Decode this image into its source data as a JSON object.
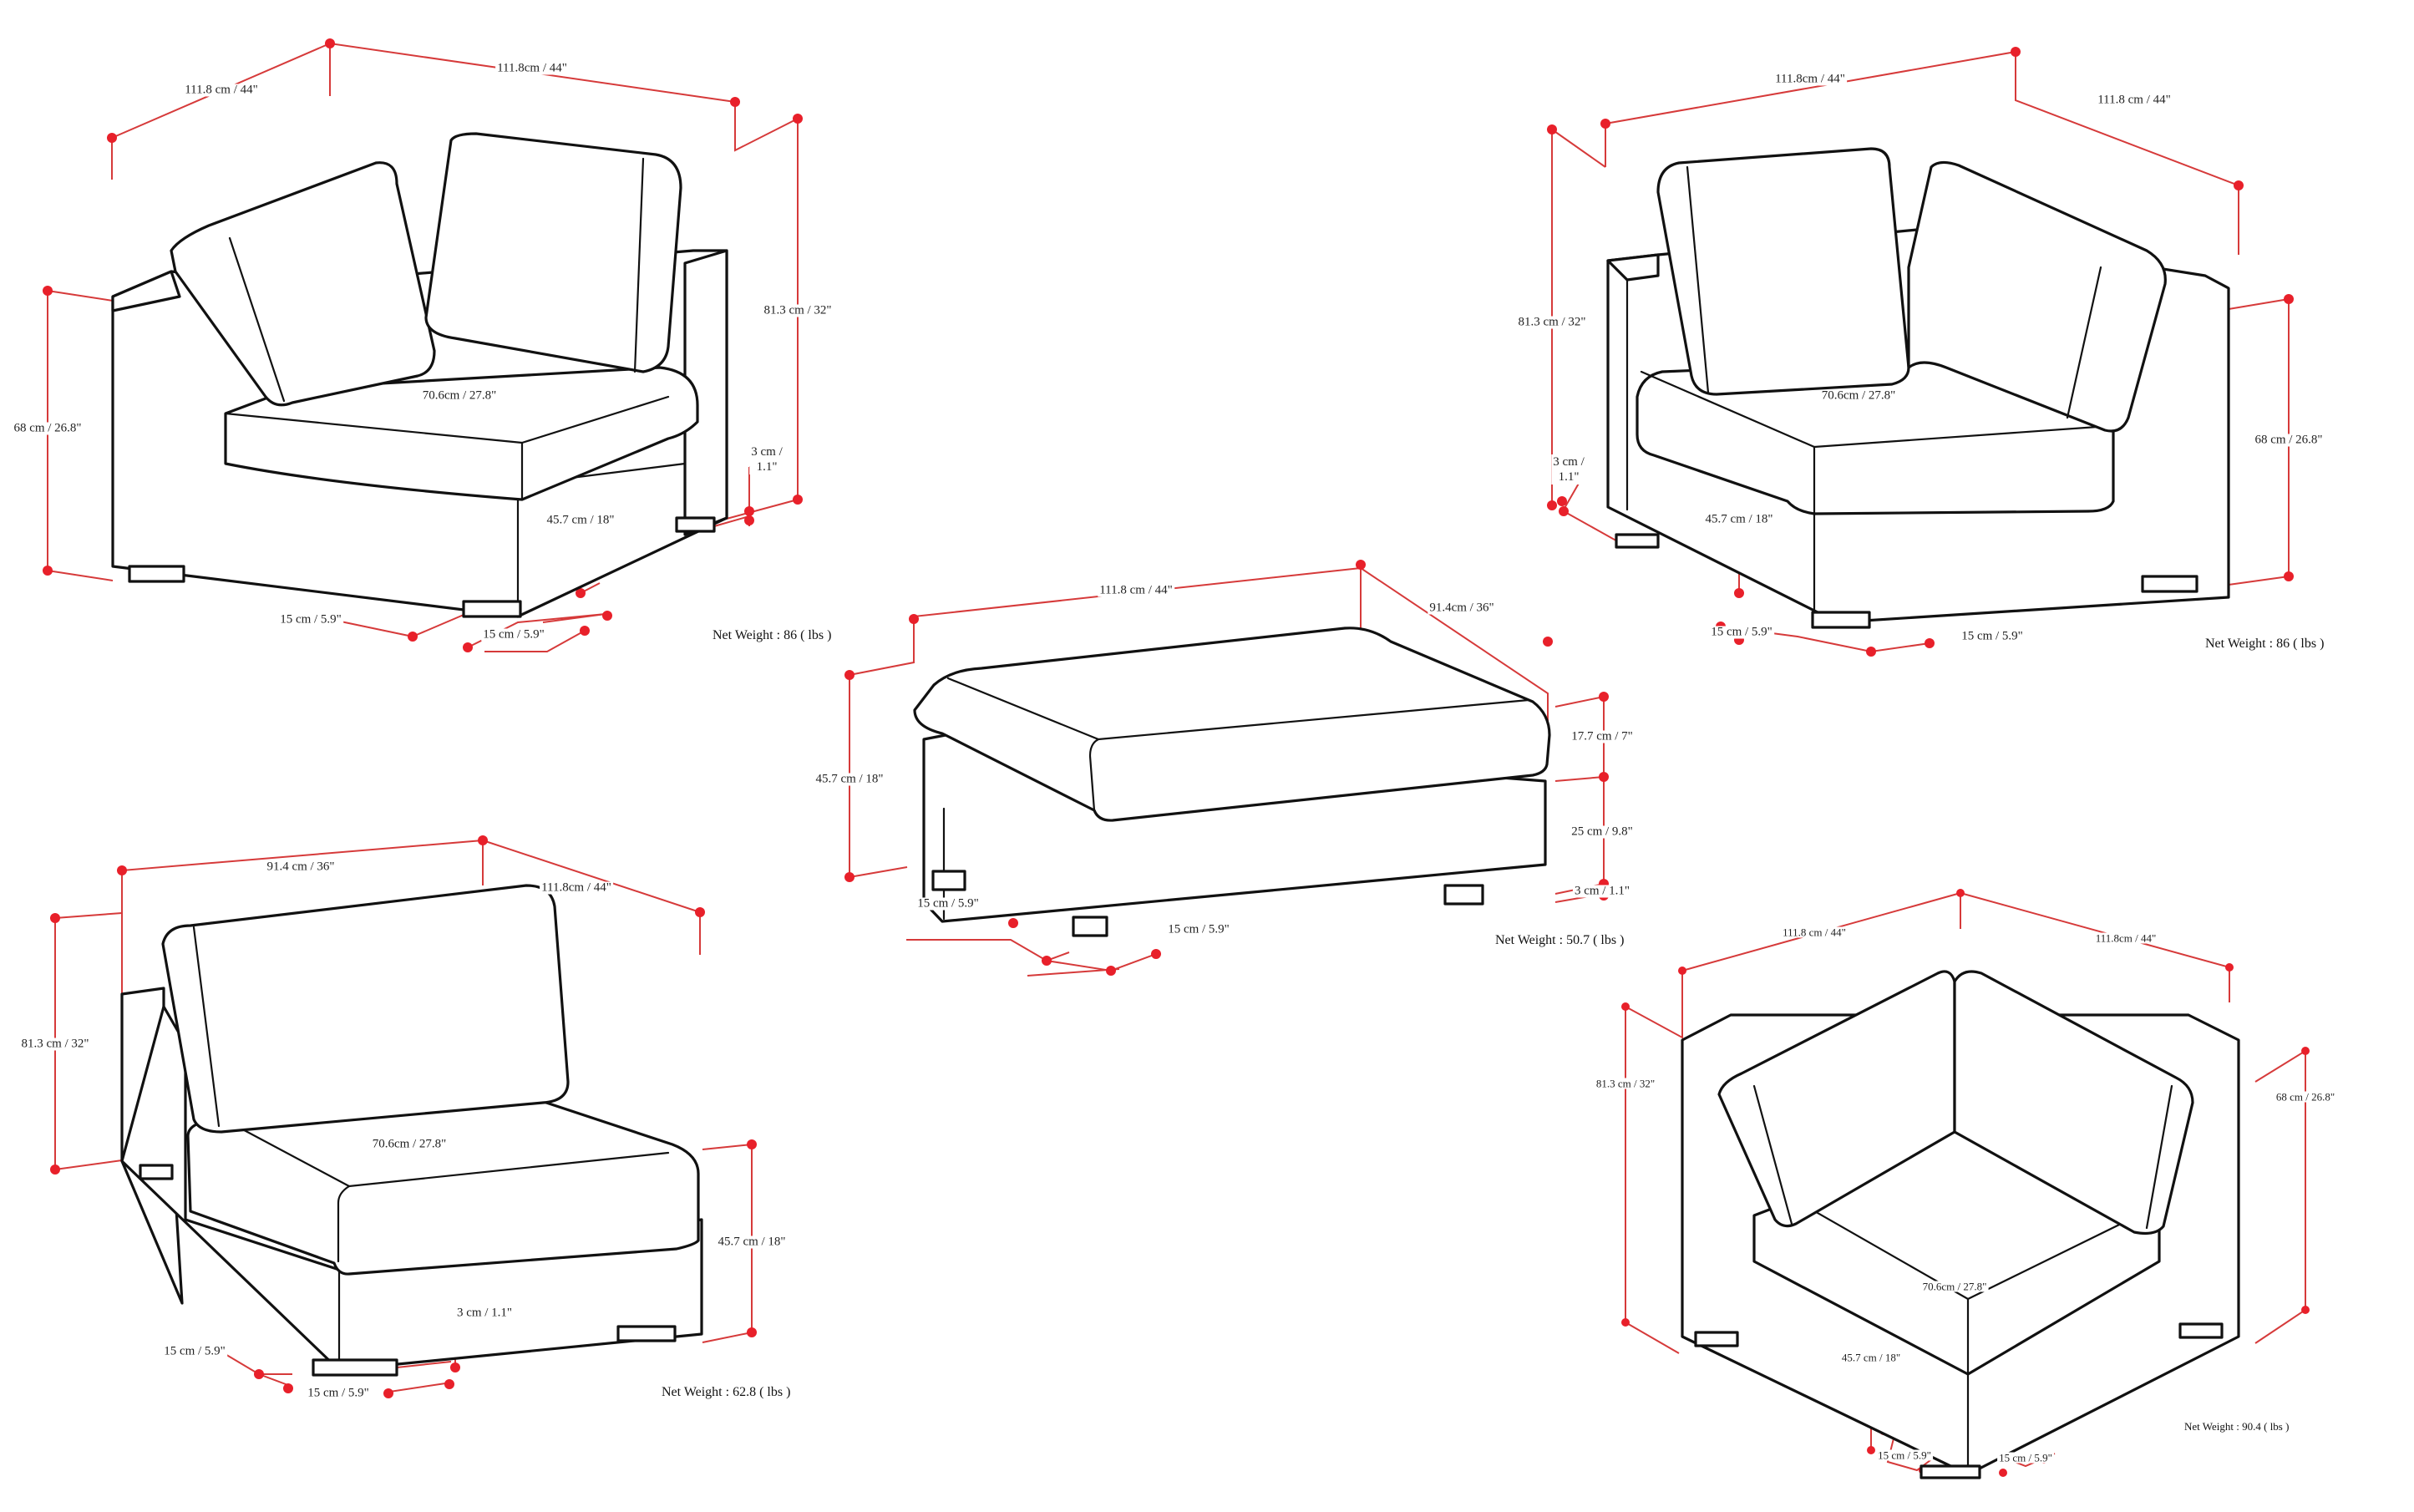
{
  "title": "Sectional sofa modules – dimension drawings",
  "colors": {
    "dimension_line": "#d63a3a",
    "dimension_dot": "#e8202a",
    "outline": "#111111",
    "background": "#ffffff"
  },
  "modules": [
    {
      "id": "left-arm-corner-chair",
      "position": "top-left",
      "labels": {
        "width_left": "111.8 cm / 44\"",
        "width_right": "111.8cm / 44\"",
        "height_total": "81.3 cm / 32\"",
        "arm_height": "68 cm / 26.8\"",
        "seat_depth": "70.6cm / 27.8\"",
        "seat_height": "45.7 cm / 18\"",
        "leg_height": "3 cm /\n1.1\"",
        "leg_width_a": "15 cm / 5.9\"",
        "leg_width_b": "15 cm / 5.9\""
      },
      "net_weight": "Net Weight : 86 ( lbs )"
    },
    {
      "id": "right-arm-corner-chair",
      "position": "top-right",
      "labels": {
        "width_left": "111.8cm / 44\"",
        "width_right": "111.8 cm / 44\"",
        "height_total": "81.3 cm / 32\"",
        "arm_height": "68 cm / 26.8\"",
        "seat_depth": "70.6cm / 27.8\"",
        "seat_height": "45.7 cm / 18\"",
        "leg_height": "3 cm /\n1.1\"",
        "leg_width_a": "15 cm / 5.9\"",
        "leg_width_b": "15 cm / 5.9\""
      },
      "net_weight": "Net Weight : 86 ( lbs )"
    },
    {
      "id": "ottoman",
      "position": "center",
      "labels": {
        "width": "111.8 cm / 44\"",
        "depth": "91.4cm / 36\"",
        "height_total": "45.7 cm / 18\"",
        "cushion_height": "17.7 cm / 7\"",
        "base_height": "25 cm / 9.8\"",
        "leg_height": "3 cm / 1.1\"",
        "leg_width_a": "15 cm / 5.9\"",
        "leg_width_b": "15 cm / 5.9\""
      },
      "net_weight": "Net Weight : 50.7 ( lbs )"
    },
    {
      "id": "armless-chair",
      "position": "bottom-left",
      "labels": {
        "width": "91.4 cm / 36\"",
        "depth": "111.8cm / 44\"",
        "height_total": "81.3 cm / 32\"",
        "seat_depth": "70.6cm / 27.8\"",
        "seat_height": "45.7 cm / 18\"",
        "leg_height": "3 cm / 1.1\"",
        "leg_width_a": "15 cm / 5.9\"",
        "leg_width_b": "15 cm / 5.9\""
      },
      "net_weight": "Net Weight : 62.8 ( lbs )"
    },
    {
      "id": "corner-chair",
      "position": "bottom-right",
      "labels": {
        "width_left": "111.8 cm / 44\"",
        "width_right": "111.8cm / 44\"",
        "height_total": "81.3 cm / 32\"",
        "arm_height": "68 cm / 26.8\"",
        "seat_depth": "70.6cm / 27.8\"",
        "seat_height": "45.7 cm / 18\"",
        "leg_width_a": "15 cm / 5.9\"",
        "leg_width_b": "15 cm / 5.9\""
      },
      "net_weight": "Net Weight : 90.4 ( lbs )"
    }
  ]
}
